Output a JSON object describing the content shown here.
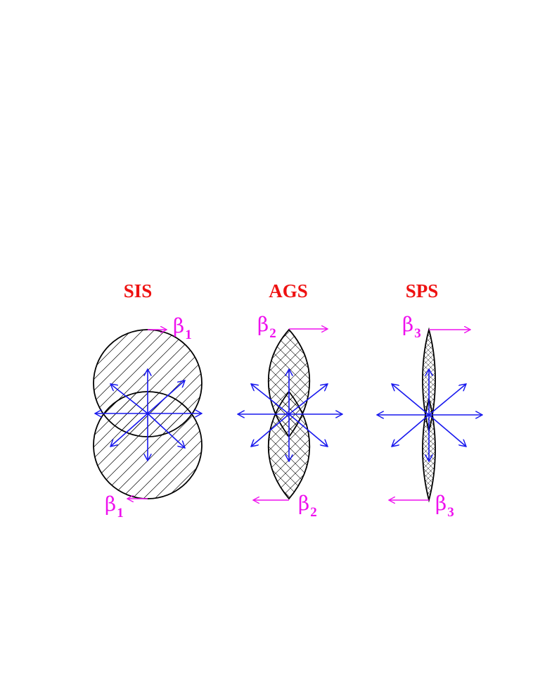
{
  "panels": [
    {
      "id": "sis",
      "title": "SIS",
      "beta_top": "β",
      "beta_top_sub": "1",
      "beta_bottom": "β",
      "beta_bottom_sub": "1"
    },
    {
      "id": "ags",
      "title": "AGS",
      "beta_top": "β",
      "beta_top_sub": "2",
      "beta_bottom": "β",
      "beta_bottom_sub": "2"
    },
    {
      "id": "sps",
      "title": "SPS",
      "beta_top": "β",
      "beta_top_sub": "3",
      "beta_bottom": "β",
      "beta_bottom_sub": "3"
    }
  ],
  "colors": {
    "title": "#ee1111",
    "beta": "#ee11ee",
    "velocity_arrows": "#1818ee",
    "outline": "#000000"
  }
}
